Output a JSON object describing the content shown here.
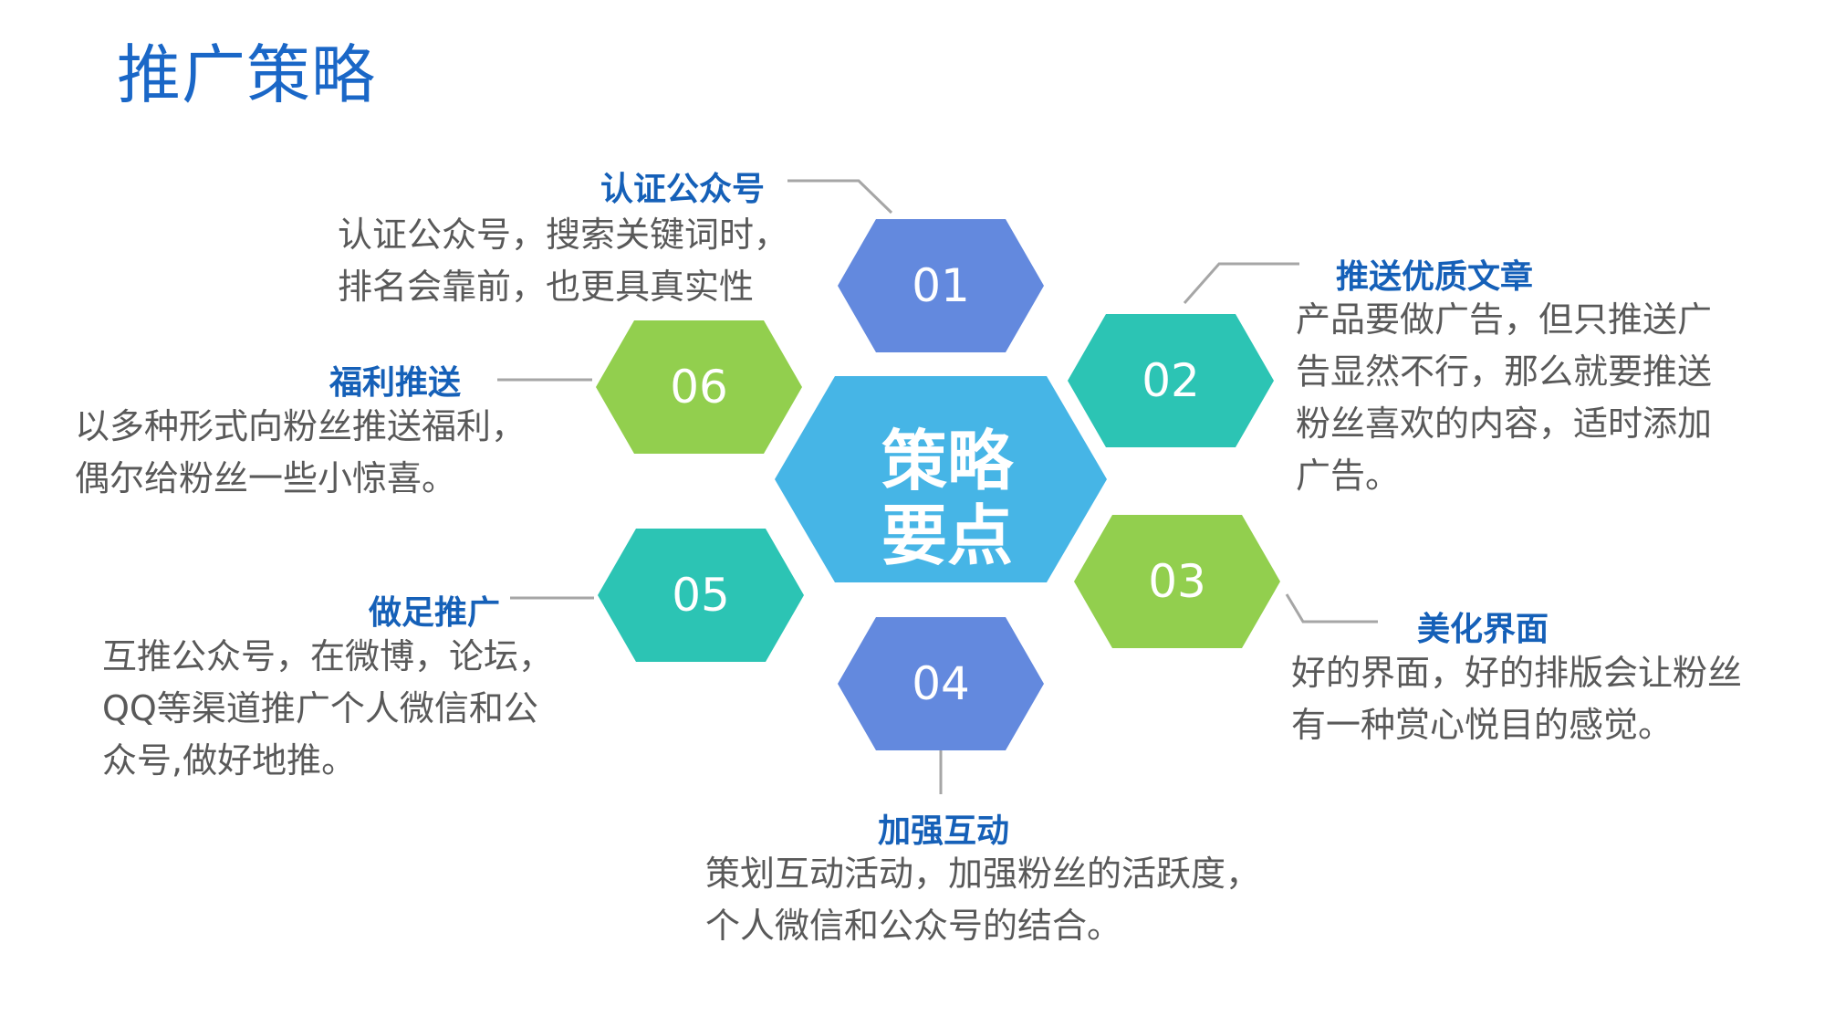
{
  "title": "推广策略",
  "colors": {
    "title": "#1a67c7",
    "heading": "#1560b8",
    "text": "#595959",
    "connector": "#a6a6a6",
    "center": "#46b5e6",
    "blue": "#6389de",
    "teal": "#2cc4b4",
    "green": "#92cf4e",
    "hex_text": "#ffffff"
  },
  "center": {
    "line1": "策略",
    "line2": "要点"
  },
  "items": [
    {
      "num": "01",
      "color": "blue",
      "heading": "认证公众号",
      "lines": [
        "认证公众号，搜索关键词时，",
        "排名会靠前，也更具真实性"
      ]
    },
    {
      "num": "02",
      "color": "teal",
      "heading": "推送优质文章",
      "lines": [
        "产品要做广告，但只推送广",
        "告显然不行，那么就要推送",
        "粉丝喜欢的内容，适时添加",
        "广告。"
      ]
    },
    {
      "num": "03",
      "color": "green",
      "heading": "美化界面",
      "lines": [
        "好的界面，好的排版会让粉丝",
        "有一种赏心悦目的感觉。"
      ]
    },
    {
      "num": "04",
      "color": "blue",
      "heading": "加强互动",
      "lines": [
        "策划互动活动，加强粉丝的活跃度，",
        "个人微信和公众号的结合。"
      ]
    },
    {
      "num": "05",
      "color": "teal",
      "heading": "做足推广",
      "lines": [
        "互推公众号，在微博，论坛，",
        "QQ等渠道推广个人微信和公",
        "众号,做好地推。"
      ]
    },
    {
      "num": "06",
      "color": "green",
      "heading": "福利推送",
      "lines": [
        "以多种形式向粉丝推送福利，",
        "偶尔给粉丝一些小惊喜。"
      ]
    }
  ]
}
